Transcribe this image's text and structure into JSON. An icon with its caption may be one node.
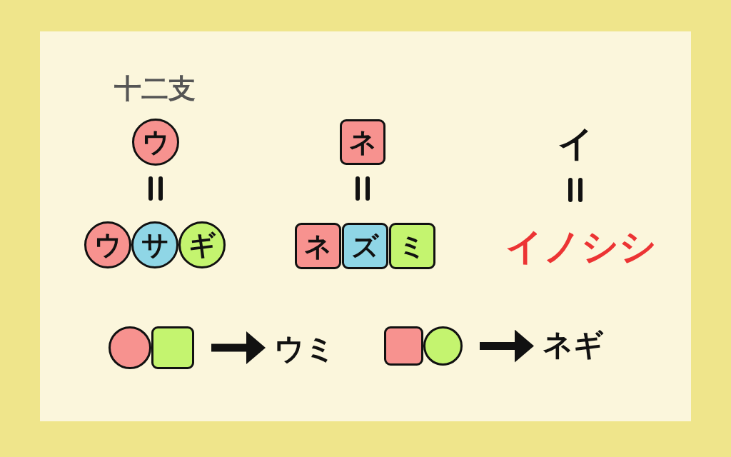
{
  "diagram": {
    "title": "十二支",
    "nodes": [
      {
        "text": [
          "ウ"
        ]
      },
      {
        "text": [
          "ネ"
        ]
      },
      {
        "text": [
          "ウ"
        ]
      },
      {
        "text": [
          "サ"
        ]
      },
      {
        "text": [
          "ギ"
        ]
      },
      {
        "text": [
          "ネ"
        ]
      },
      {
        "text": [
          "ズ"
        ]
      },
      {
        "text": [
          "ミ"
        ]
      },
      {
        "text": [],
        "shape": "circle"
      },
      {
        "text": [],
        "shape": "box"
      },
      {
        "text": [
          "ウミ"
        ]
      },
      {
        "text": [],
        "shape": "box"
      },
      {
        "text": [],
        "shape": "circle"
      },
      {
        "text": [
          "ネギ"
        ]
      }
    ],
    "edges": [
      {
        "from": 9,
        "to": 10,
        "arrow": "to"
      },
      {
        "from": 12,
        "to": 13,
        "arrow": "to"
      }
    ],
    "labels": [
      "イ",
      "イノシシ"
    ]
  }
}
